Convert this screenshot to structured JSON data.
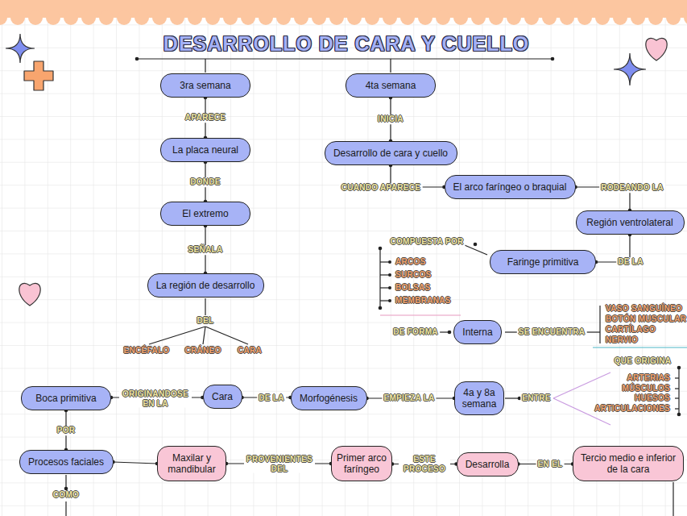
{
  "diagram": {
    "title": "DESARROLLO DE CARA Y CUELLO",
    "nodes": [
      {
        "text": [
          "3ra semana"
        ]
      },
      {
        "text": [
          "La placa neural"
        ]
      },
      {
        "text": [
          "El extremo"
        ]
      },
      {
        "text": [
          "La región de desarrollo"
        ]
      },
      {
        "text": [
          "4ta semana"
        ]
      },
      {
        "text": [
          "Desarrollo de cara y cuello"
        ]
      },
      {
        "text": [
          "El arco faríngeo o braquial"
        ]
      },
      {
        "text": [
          "Región ventrolateral"
        ]
      },
      {
        "text": [
          "Faringe primitiva"
        ]
      },
      {
        "text": [
          "Interna"
        ]
      },
      {
        "text": [
          "Boca primitiva"
        ]
      },
      {
        "text": [
          "Cara"
        ]
      },
      {
        "text": [
          "Morfogénesis"
        ]
      },
      {
        "text": [
          "4a y 8a semana"
        ]
      },
      {
        "text": [
          "Procesos faciales"
        ]
      },
      {
        "text": [
          "Maxilar y mandibular"
        ]
      },
      {
        "text": [
          "Primer arco faríngeo"
        ]
      },
      {
        "text": [
          "Desarrolla"
        ]
      },
      {
        "text": [
          "Tercio medio e inferior de la cara"
        ]
      }
    ],
    "edges": [
      {
        "from": 0,
        "to": 1,
        "label": "APARECE",
        "arrow": "none"
      },
      {
        "from": 1,
        "to": 2,
        "label": "DONDE",
        "arrow": "none"
      },
      {
        "from": 2,
        "to": 3,
        "label": "SEÑALA",
        "arrow": "none"
      },
      {
        "from": 4,
        "to": 5,
        "label": "INICIA",
        "arrow": "none"
      },
      {
        "from": 5,
        "to": 6,
        "label": "CUANDO APARECE",
        "arrow": "none"
      },
      {
        "from": 6,
        "to": 7,
        "label": "RODEANDO LA",
        "arrow": "none"
      },
      {
        "from": 7,
        "to": 8,
        "label": "DE LA",
        "arrow": "none"
      },
      {
        "from": 10,
        "to": 11,
        "label": "ORIGINANDOSE EN LA",
        "arrow": "none"
      },
      {
        "from": 11,
        "to": 12,
        "label": "DE LA",
        "arrow": "none"
      },
      {
        "from": 12,
        "to": 13,
        "label": "EMPIEZA LA",
        "arrow": "none"
      },
      {
        "from": 10,
        "to": 14,
        "label": "POR",
        "arrow": "none"
      },
      {
        "from": 14,
        "to": 15,
        "arrow": "none"
      },
      {
        "from": 15,
        "to": 16,
        "label": "PROVENIENTES DEL",
        "arrow": "none"
      },
      {
        "from": 16,
        "to": 17,
        "label": "ESTE PROCESO",
        "arrow": "none"
      },
      {
        "from": 17,
        "to": 18,
        "label": "EN EL",
        "arrow": "none"
      }
    ],
    "labels": [
      "DEL",
      "ENCÉFALO",
      "CRÁNEO",
      "CARA",
      "COMPUESTA POR",
      "ARCOS",
      "SURCOS",
      "BOLSAS",
      "MEMBRANAS",
      "DE FORMA",
      "SE ENCUENTRA",
      "VASO SANGUÍNEO",
      "BOTÓN MUSCULAR",
      "CARTÍLAGO",
      "NERVIO",
      "QUE ORIGINA",
      "ARTERIAS",
      "MÚSCULOS",
      "HUESOS",
      "ARTICULACIONES",
      "ENTRE",
      "COMO"
    ]
  }
}
